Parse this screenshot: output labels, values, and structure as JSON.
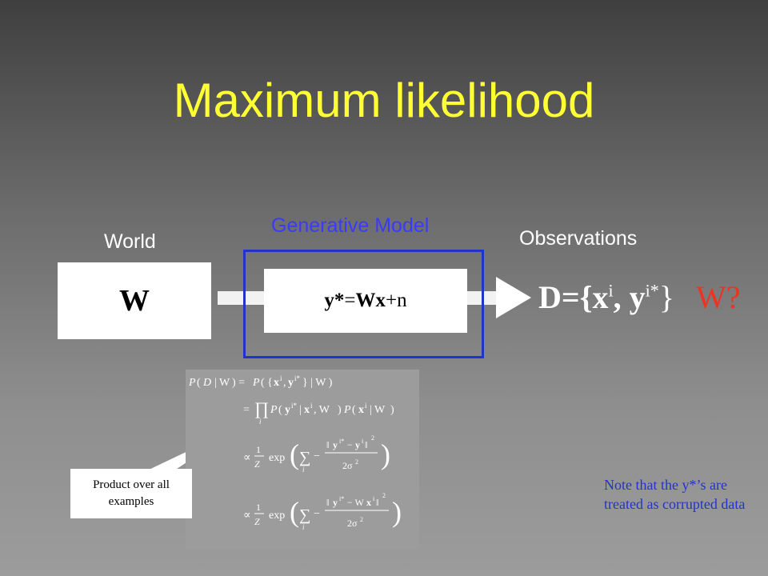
{
  "slide": {
    "title": "Maximum likelihood",
    "world_label": "World",
    "generative_label": "Generative Model",
    "observations_label": "Observations",
    "world_symbol": "W",
    "model_eq": {
      "y": "y*",
      "eq": "=",
      "W": "W",
      "x": "x",
      "rest": "+n"
    },
    "data": {
      "prefix": "D={x",
      "i1": "i",
      "mid": ", y",
      "i2": "i*",
      "suffix": "}"
    },
    "question": "W?",
    "callout": "Product over all examples",
    "note": "Note that the y*’s are treated as corrupted data"
  },
  "colors": {
    "title": "#ffff33",
    "frame": "#2233cc",
    "question": "#ee3322",
    "note": "#2233cc"
  }
}
